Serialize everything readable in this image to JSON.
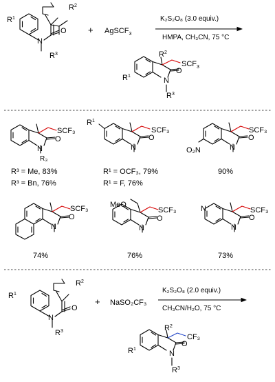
{
  "reaction1": {
    "r1": "R",
    "r1_sup": "1",
    "r2": "R",
    "r2_sup": "2",
    "r3": "R",
    "r3_sup": "3",
    "n": "N",
    "o": "O",
    "plus": "+",
    "reagent": "AgSCF",
    "reagent_sub": "3",
    "cond_top": "K₂S₂O₈ (3.0 equiv.)",
    "cond_bottom": "HMPA, CH₃CN, 75 °C",
    "prod_r2": "R",
    "prod_r2_sup": "2",
    "prod_group": "SCF",
    "prod_group_sub": "3",
    "prod_r1": "R",
    "prod_r1_sup": "1",
    "prod_r3": "R",
    "prod_r3_sup": "3"
  },
  "examples": [
    {
      "group": "SCF₃",
      "n": "N",
      "o": "O",
      "sub": "R₃",
      "yields": [
        "R³ = Me, 83%",
        "R³ = Bn, 76%"
      ]
    },
    {
      "group": "SCF₃",
      "n": "N",
      "o": "O",
      "r1": "R",
      "r1_sup": "1",
      "yields": [
        "R¹ = OCF₃, 79%",
        "R¹ = F, 76%"
      ]
    },
    {
      "group": "SCF₃",
      "n": "N",
      "o": "O",
      "no2": "O₂N",
      "yields": [
        "90%"
      ]
    },
    {
      "group": "SCF₃",
      "n": "N",
      "o": "O",
      "yields": [
        "74%"
      ]
    },
    {
      "group": "SCF₃",
      "n": "N",
      "o": "O",
      "meo": "MeO",
      "yields": [
        "76%"
      ]
    },
    {
      "group": "SCF₃",
      "n": "N",
      "o": "O",
      "pyn": "N",
      "yields": [
        "73%"
      ]
    }
  ],
  "reaction2": {
    "r1": "R",
    "r1_sup": "1",
    "r2": "R",
    "r2_sup": "2",
    "r3": "R",
    "r3_sup": "3",
    "n": "N",
    "o": "O",
    "plus": "+",
    "reagent": "NaSO₂CF₃",
    "cond_top": "K₂S₂O₈ (2.0 equiv.)",
    "cond_bottom": "CH₃CN/H₂O, 75 °C",
    "prod_r2": "R",
    "prod_r2_sup": "2",
    "prod_group": "CF₃",
    "prod_r1": "R",
    "prod_r1_sup": "1",
    "prod_r3": "R",
    "prod_r3_sup": "3"
  },
  "colors": {
    "bond": "#000000",
    "scf3_bond": "#d60000",
    "cf3_bond": "#2447c8"
  }
}
